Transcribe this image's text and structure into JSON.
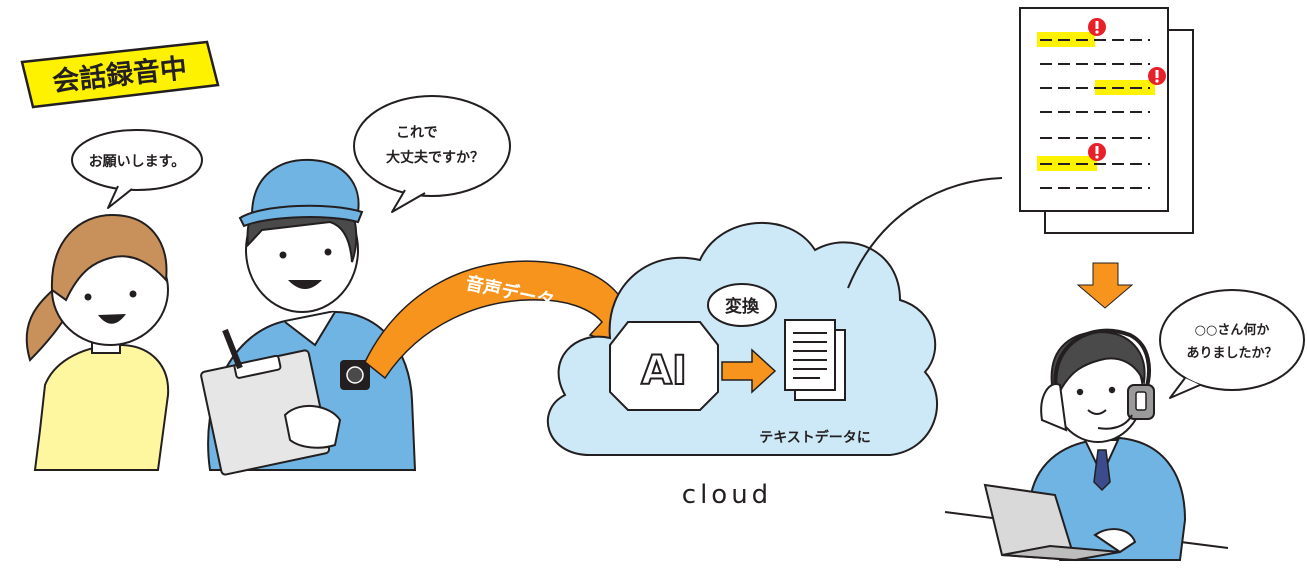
{
  "badge": {
    "text": "会話録音中"
  },
  "customer": {
    "speech": "お願いします。"
  },
  "worker": {
    "speech_line1": "これで",
    "speech_line2": "大丈夫ですか？"
  },
  "arrow": {
    "label": "音声データ"
  },
  "cloud": {
    "caption": "cloud",
    "ai_label": "AI",
    "convert_label": "変換",
    "text_data_label": "テキストデータに"
  },
  "operator": {
    "speech_line1": "○○さん何か",
    "speech_line2": "ありましたか？"
  },
  "colors": {
    "badge_yellow": "#fff200",
    "arrow_orange": "#f7941d",
    "cloud_blue": "#cde9f7",
    "uniform_blue": "#6fb4e3",
    "highlight_yellow": "#fff200",
    "alert_red": "#e8202a",
    "shirt_yellow": "#fff7a0"
  }
}
